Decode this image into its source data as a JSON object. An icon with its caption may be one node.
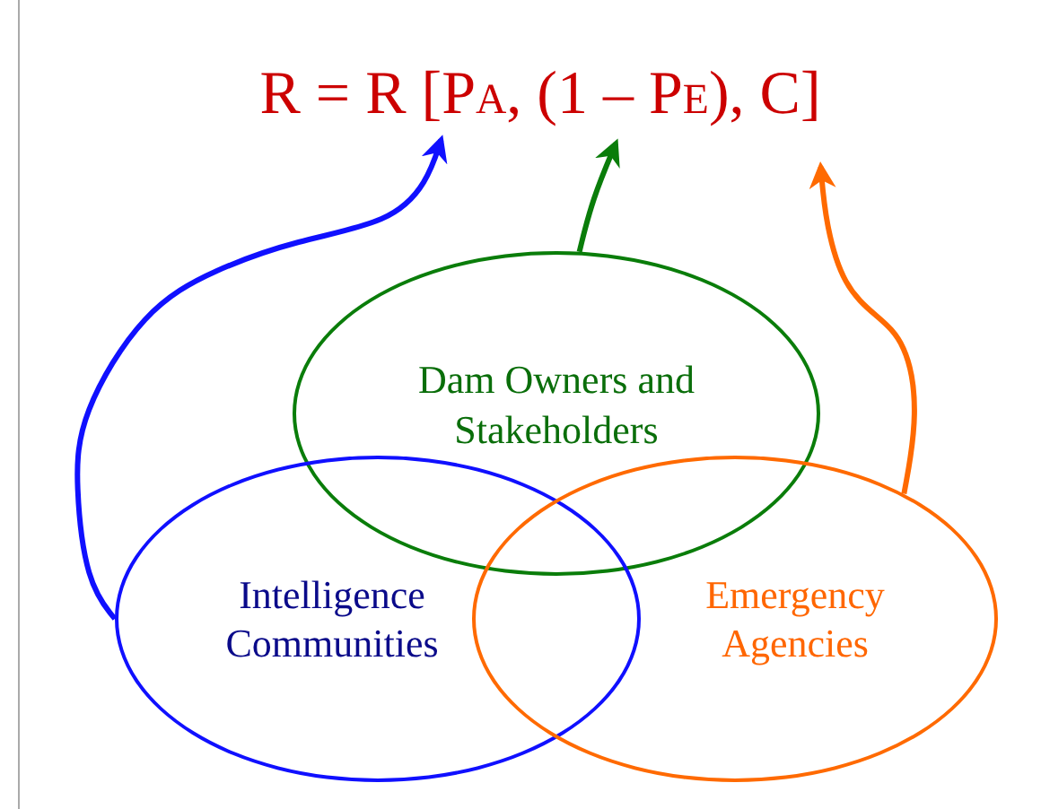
{
  "diagram": {
    "nodes": [
      {
        "text": [
          "R = R [P$_{A}$, (1 – P$_{E}$), C]"
        ]
      },
      {
        "text": [
          "Dam Owners and Stakeholders"
        ]
      },
      {
        "text": [
          "Intelligence Communities"
        ]
      },
      {
        "text": [
          "Emergency Agencies"
        ]
      }
    ],
    "edges": [
      {
        "from": 2,
        "to": 0,
        "arrow": "to",
        "color": "#1010ff"
      },
      {
        "from": 1,
        "to": 0,
        "arrow": "to",
        "color": "#0a7d0a"
      },
      {
        "from": 3,
        "to": 0,
        "arrow": "to",
        "color": "#ff6a00"
      }
    ]
  }
}
